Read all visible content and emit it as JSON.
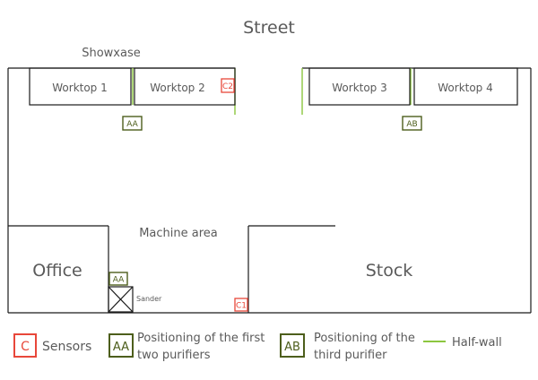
{
  "labels": {
    "street": "Street",
    "showcase": "Showxase",
    "machine_area": "Machine area",
    "office": "Office",
    "stock": "Stock",
    "sander": "Sander"
  },
  "worktops": [
    "Worktop 1",
    "Worktop 2",
    "Worktop 3",
    "Worktop 4"
  ],
  "sensors": [
    "C2",
    "C1"
  ],
  "purifiers": [
    "AA",
    "AB",
    "AA"
  ],
  "legend": {
    "sensor_symbol": "C",
    "sensor_label": "Sensors",
    "first_symbol": "AA",
    "first_line1": "Positioning of the first",
    "first_line2": "two purifiers",
    "third_symbol": "AB",
    "third_line1": "Positioning of the",
    "third_line2": "third purifier",
    "halfwall_label": "Half-wall"
  },
  "colors": {
    "sensor": "#e8473a",
    "purifier": "#4d5e1c",
    "half_wall": "#8cc63f",
    "wall": "#1a1a1a",
    "text": "#5a5a5a"
  }
}
